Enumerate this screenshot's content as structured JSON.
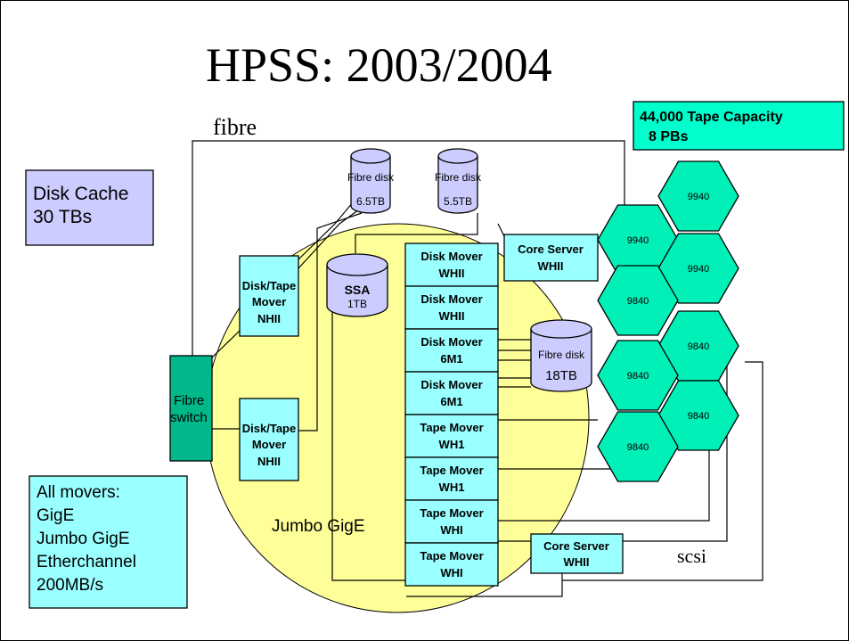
{
  "title": "HPSS: 2003/2004",
  "labels": {
    "fibre": "fibre",
    "scsi": "scsi",
    "jumbo_gige": "Jumbo GigE"
  },
  "disk_cache": {
    "line1": "Disk Cache",
    "line2": "30 TBs"
  },
  "tape_capacity": {
    "line1": "44,000 Tape Capacity",
    "line2": "8 PBs"
  },
  "all_movers": {
    "lines": [
      "All movers:",
      "GigE",
      "Jumbo GigE",
      "Etherchannel",
      "200MB/s"
    ]
  },
  "fibre_switch": {
    "line1": "Fibre",
    "line2": "switch"
  },
  "disks": {
    "fibre_disk_1": {
      "label": "Fibre disk",
      "size": "6.5TB"
    },
    "fibre_disk_2": {
      "label": "Fibre disk",
      "size": "5.5TB"
    },
    "ssa": {
      "label": "SSA",
      "size": "1TB"
    },
    "fibre_disk_3": {
      "label": "Fibre disk",
      "size": "18TB"
    }
  },
  "disk_tape_movers": [
    {
      "l1": "Disk/Tape",
      "l2": "Mover",
      "l3": "NHII"
    },
    {
      "l1": "Disk/Tape",
      "l2": "Mover",
      "l3": "NHII"
    }
  ],
  "mover_stack": [
    {
      "l1": "Disk Mover",
      "l2": "WHII"
    },
    {
      "l1": "Disk Mover",
      "l2": "WHII"
    },
    {
      "l1": "Disk Mover",
      "l2": "6M1"
    },
    {
      "l1": "Disk Mover",
      "l2": "6M1"
    },
    {
      "l1": "Tape Mover",
      "l2": "WH1"
    },
    {
      "l1": "Tape Mover",
      "l2": "WH1"
    },
    {
      "l1": "Tape Mover",
      "l2": "WHI"
    },
    {
      "l1": "Tape Mover",
      "l2": "WHI"
    }
  ],
  "core_server_top": {
    "l1": "Core Server",
    "l2": "WHII"
  },
  "core_server_bottom": {
    "l1": "Core Server",
    "l2": "WHII"
  },
  "tape_silos": [
    "9940",
    "9940",
    "9940",
    "9840",
    "9840",
    "9840",
    "9840",
    "9840"
  ],
  "colors": {
    "cyan_box": "#99ffff",
    "lavender": "#ccccff",
    "teal_green": "#00f0b8",
    "switch_green": "#00b88a",
    "jumbo_circle": "#ffff99"
  }
}
